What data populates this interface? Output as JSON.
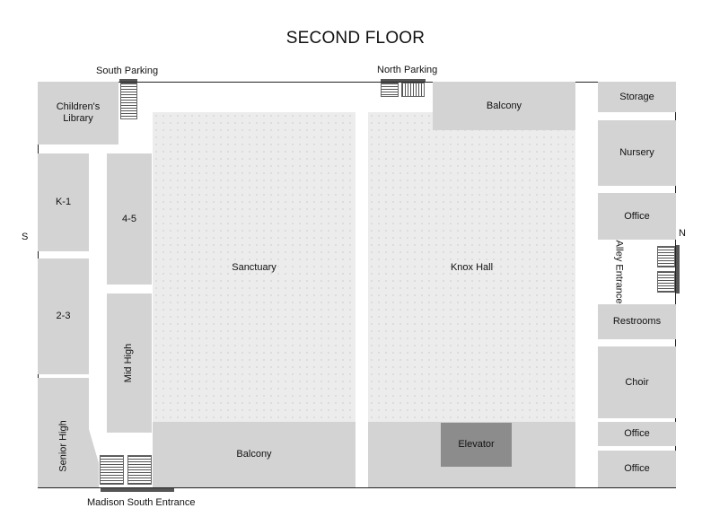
{
  "title": "SECOND FLOOR",
  "labels": {
    "south_parking": "South Parking",
    "north_parking": "North Parking",
    "madison_south_entrance": "Madison South Entrance",
    "alley_entrance": "Alley Entrance",
    "south": "S",
    "north": "N"
  },
  "rooms": {
    "childrens_library": "Children's Library",
    "k1": "K-1",
    "grade_2_3": "2-3",
    "senior_high": "Senior High",
    "grade_4_5": "4-5",
    "mid_high": "Mid High",
    "sanctuary": "Sanctuary",
    "balcony_south": "Balcony",
    "balcony_north": "Balcony",
    "knox_hall": "Knox Hall",
    "elevator": "Elevator",
    "storage": "Storage",
    "nursery": "Nursery",
    "office_1": "Office",
    "restrooms": "Restrooms",
    "choir": "Choir",
    "office_2": "Office",
    "office_3": "Office"
  },
  "colors": {
    "room_fill": "#d3d3d3",
    "hall_fill": "#ececec",
    "elevator_fill": "#8c8c8c",
    "door_marker": "#555555"
  }
}
